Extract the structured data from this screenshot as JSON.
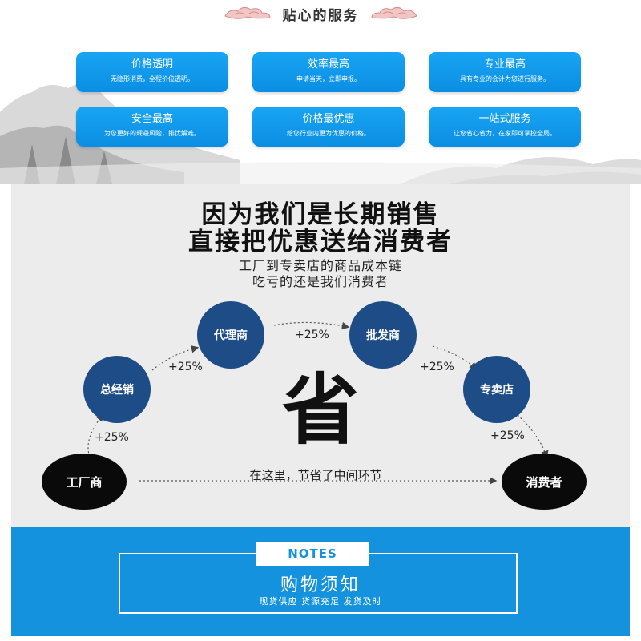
{
  "services": {
    "title": "贴心的服务",
    "items": [
      {
        "title": "价格透明",
        "desc": "无隐形消费，全程价位透明。"
      },
      {
        "title": "效率最高",
        "desc": "申请当天，立即申报。"
      },
      {
        "title": "专业最高",
        "desc": "具有专业的会计为您进行服务。"
      },
      {
        "title": "安全最高",
        "desc": "为您更好的规避风险，排忧解难。"
      },
      {
        "title": "价格最优惠",
        "desc": "给您行业内更为优惠的价格。"
      },
      {
        "title": "一站式服务",
        "desc": "让您省心省力，在家即可掌控全局。"
      }
    ]
  },
  "chain": {
    "headline_1": "因为我们是长期销售",
    "headline_2": "直接把优惠送给消费者",
    "sub_1": "工厂到专卖店的商品成本链",
    "sub_2": "吃亏的还是我们消费者",
    "save": "省",
    "middle_note": "在这里，节省了中间环节",
    "nodes": {
      "factory": "工厂商",
      "general_distributor": "总经销",
      "agent": "代理商",
      "wholesaler": "批发商",
      "store": "专卖店",
      "consumer": "消费者"
    },
    "markup": "+25%"
  },
  "notes": {
    "badge": "NOTES",
    "title": "购物须知",
    "subtitle": "现货供应 货源充足 发货及时"
  },
  "colors": {
    "service_blue": "#0a8ee3",
    "node_blue": "#1e4c86",
    "notes_blue": "#1592de",
    "chain_bg": "#ececec"
  }
}
